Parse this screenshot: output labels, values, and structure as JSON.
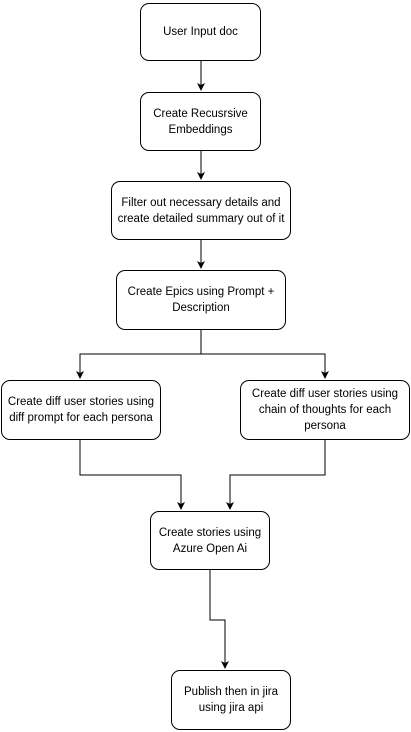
{
  "diagram": {
    "nodes": [
      {
        "id": "n1",
        "label": "User Input doc"
      },
      {
        "id": "n2",
        "label": "Create Recusrsive Embeddings"
      },
      {
        "id": "n3",
        "label": "Filter out necessary details and create detailed summary out of it"
      },
      {
        "id": "n4",
        "label": "Create Epics using Prompt + Description"
      },
      {
        "id": "n5",
        "label": "Create diff user stories using diff prompt for each persona"
      },
      {
        "id": "n6",
        "label": "Create diff user stories using chain of thoughts for each persona"
      },
      {
        "id": "n7",
        "label": "Create stories using Azure Open Ai"
      },
      {
        "id": "n8",
        "label": "Publish then in jira using jira api"
      }
    ],
    "edges": [
      {
        "from": "n1",
        "to": "n2"
      },
      {
        "from": "n2",
        "to": "n3"
      },
      {
        "from": "n3",
        "to": "n4"
      },
      {
        "from": "n4",
        "to": "n5"
      },
      {
        "from": "n4",
        "to": "n6"
      },
      {
        "from": "n5",
        "to": "n7"
      },
      {
        "from": "n6",
        "to": "n7"
      },
      {
        "from": "n7",
        "to": "n8"
      }
    ],
    "line_color": "#000000",
    "box_fill": "#ffffff"
  }
}
